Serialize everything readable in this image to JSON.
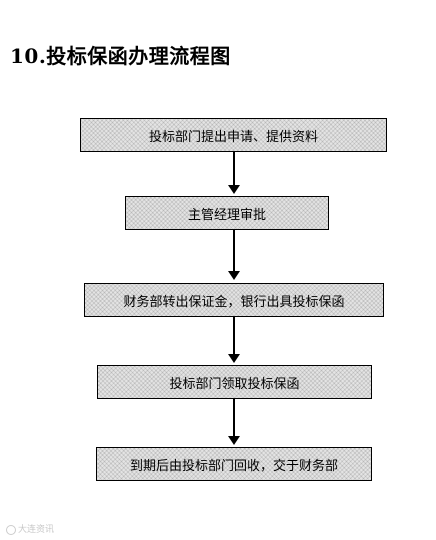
{
  "title": "10.投标保函办理流程图",
  "flow": {
    "steps": [
      "投标部门提出申请、提供资料",
      "主管经理审批",
      "财务部转出保证金，银行出具投标保函",
      "投标部门领取投标保函",
      "到期后由投标部门回收，交于财务部"
    ]
  },
  "watermark": {
    "text": "大连资讯",
    "icon": "watermark-logo-icon"
  },
  "colors": {
    "box_fill": "#e4e4e4",
    "line": "#000000"
  }
}
